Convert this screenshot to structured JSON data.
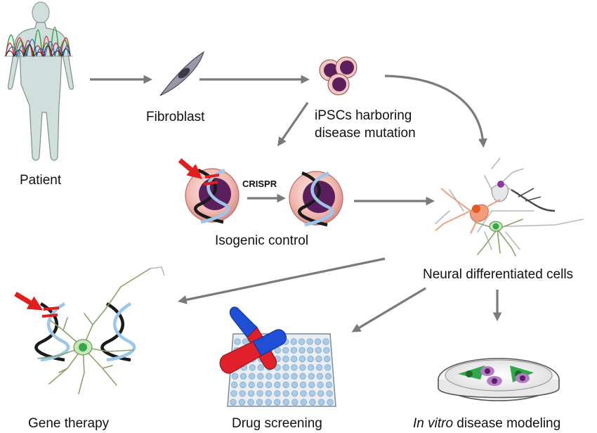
{
  "labels": {
    "patient": "Patient",
    "fibroblast": "Fibroblast",
    "ipsc_line1": "iPSCs harboring",
    "ipsc_line2": "disease mutation",
    "crispr": "CRISPR",
    "isogenic": "Isogenic control",
    "neural": "Neural differentiated cells",
    "gene_therapy": "Gene therapy",
    "drug_screening": "Drug screening",
    "in_vitro_italic": "In vitro",
    "in_vitro_rest": " disease modeling"
  },
  "colors": {
    "arrow": "#7a7a7a",
    "mutation": "#e11d1d",
    "dna_black": "#1a1a1a",
    "dna_blue": "#9cc7ea",
    "nucleus_purple": "#5a1f5c",
    "cell_pink": "#f3c7c0",
    "neuron_green": "#2fa84a",
    "pill_blue": "#1f4fd6",
    "pill_red": "#e0202a",
    "plate_well": "#a9cbe6"
  },
  "icons": [
    "human-silhouette-icon",
    "fibroblast-cell-icon",
    "ipsc-cluster-icon",
    "dna-cell-icon",
    "neuron-network-icon",
    "neuron-dna-icon",
    "pill-capsule-icon",
    "well-plate-icon",
    "petri-dish-icon"
  ]
}
